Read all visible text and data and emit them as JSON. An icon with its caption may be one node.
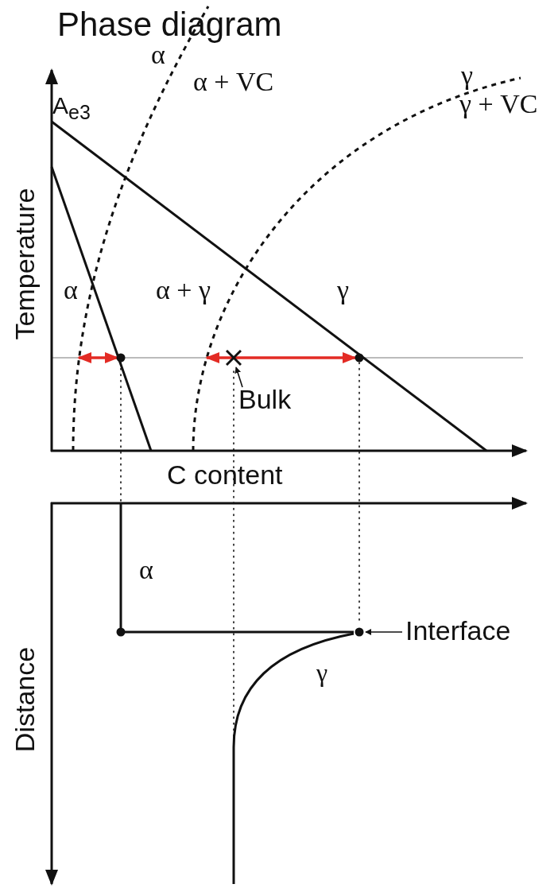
{
  "diagram": {
    "title": "Phase diagram",
    "nodes": [
      {
        "text": [
          "Bulk"
        ]
      },
      {
        "text": [],
        "shape": "cross"
      },
      {
        "text": [
          "Interface"
        ]
      },
      {
        "text": [],
        "shape": "circle"
      }
    ],
    "edges": [
      {
        "from": 0,
        "to": 1,
        "arrow": "to"
      },
      {
        "from": 2,
        "to": 3,
        "arrow": "to"
      }
    ],
    "labels": [
      "α",
      "α + VC",
      "γ",
      "γ + VC",
      "A$_{e3}$",
      "Temperature",
      "α",
      "α + γ",
      "γ",
      "C content",
      "α",
      "γ",
      "Distance"
    ]
  }
}
